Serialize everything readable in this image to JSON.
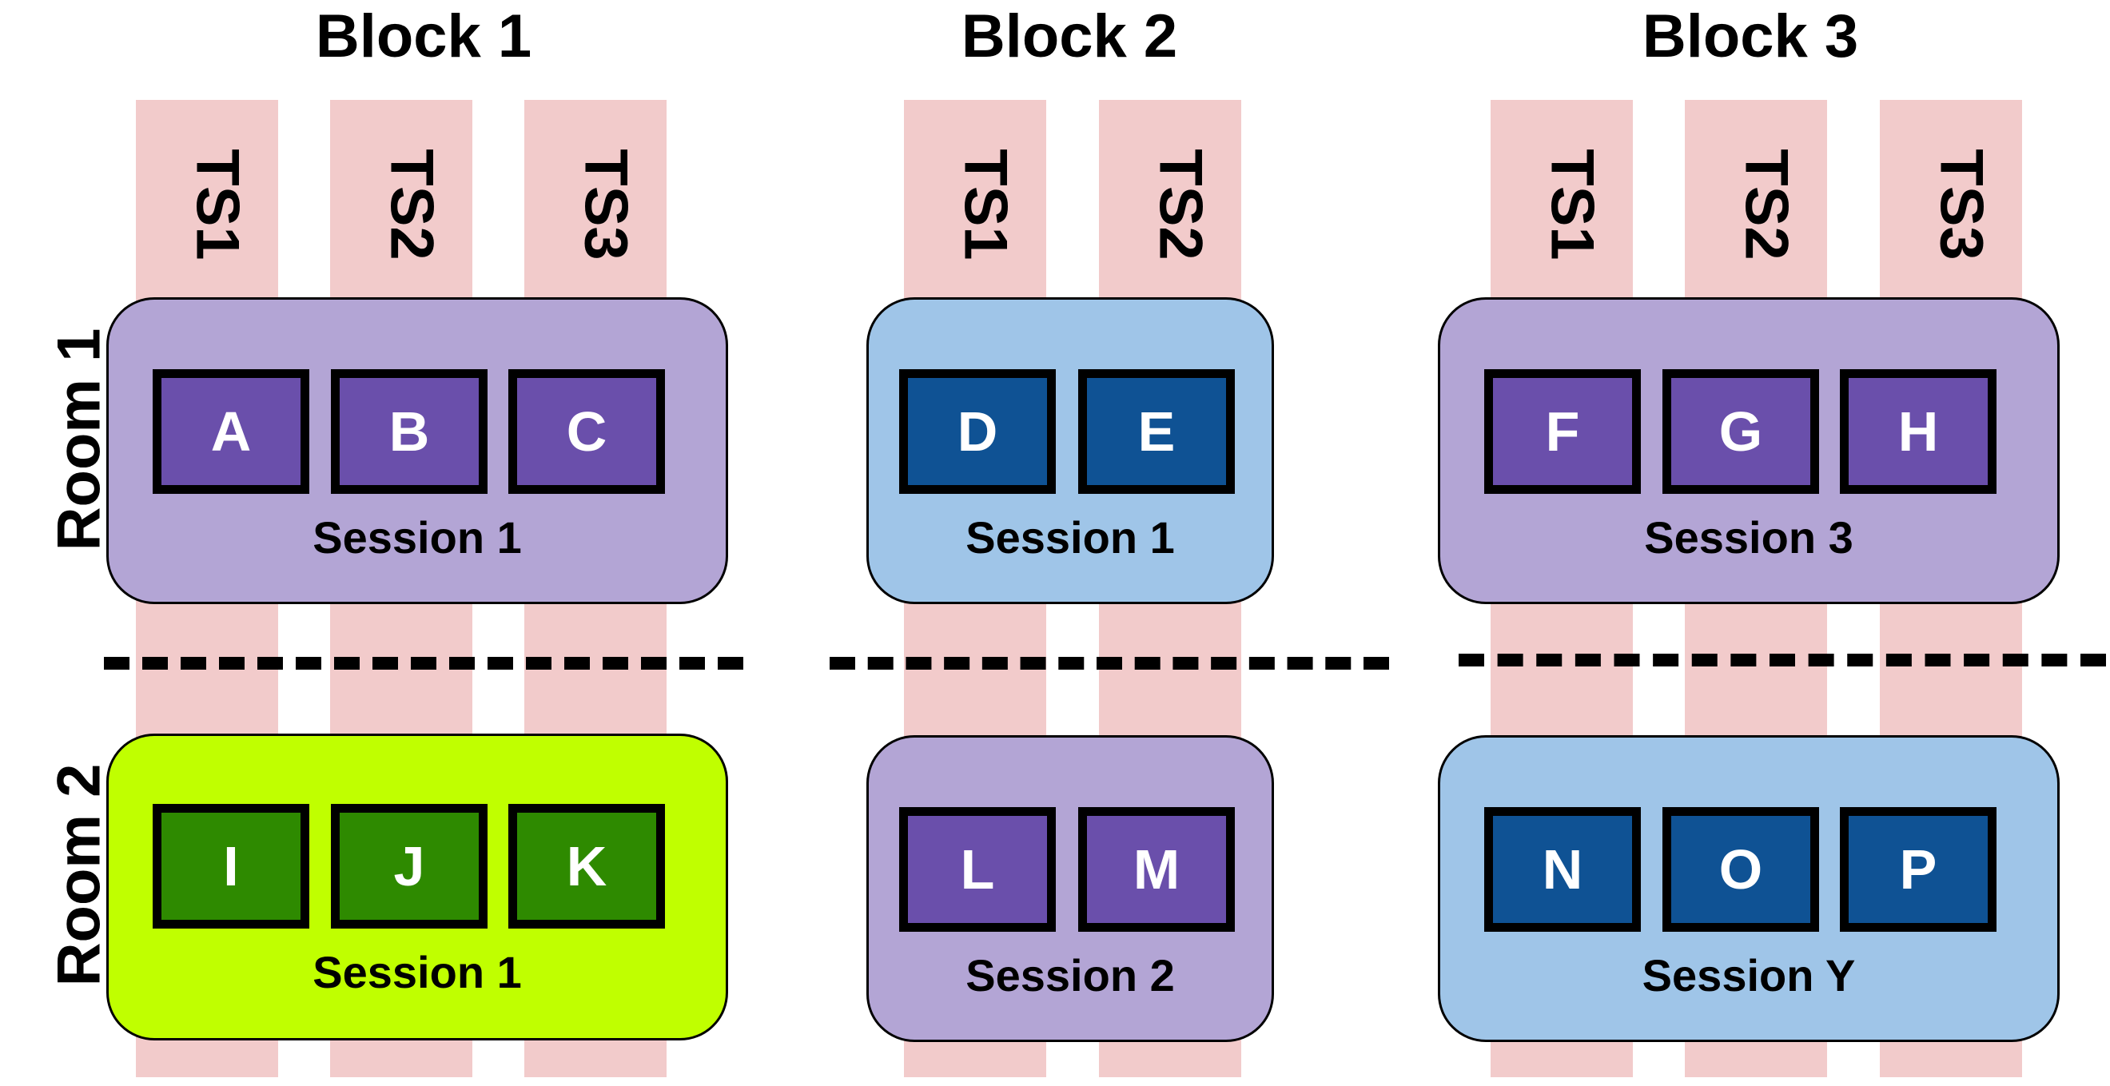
{
  "colors": {
    "timeslot_column": "#f2cbcb",
    "session_purple_bg": "#b3a5d5",
    "session_blue_bg": "#9fc5e8",
    "session_green_bg": "#c0ff00",
    "paper_purple": "#6a4fab",
    "paper_blue": "#0f5294",
    "paper_green": "#2e8a00"
  },
  "blocks": [
    {
      "title": "Block 1",
      "timeslots": [
        "TS1",
        "TS2",
        "TS3"
      ]
    },
    {
      "title": "Block 2",
      "timeslots": [
        "TS1",
        "TS2"
      ]
    },
    {
      "title": "Block 3",
      "timeslots": [
        "TS1",
        "TS2",
        "TS3"
      ]
    }
  ],
  "rooms": [
    "Room 1",
    "Room 2"
  ],
  "sessions": [
    {
      "block": "Block 1",
      "room": "Room 1",
      "label": "Session 1",
      "theme": "purple",
      "papers": [
        "A",
        "B",
        "C"
      ]
    },
    {
      "block": "Block 2",
      "room": "Room 1",
      "label": "Session 1",
      "theme": "blue",
      "papers": [
        "D",
        "E"
      ]
    },
    {
      "block": "Block 3",
      "room": "Room 1",
      "label": "Session 3",
      "theme": "purple",
      "papers": [
        "F",
        "G",
        "H"
      ]
    },
    {
      "block": "Block 1",
      "room": "Room 2",
      "label": "Session 1",
      "theme": "green",
      "papers": [
        "I",
        "J",
        "K"
      ]
    },
    {
      "block": "Block 2",
      "room": "Room 2",
      "label": "Session 2",
      "theme": "purple",
      "papers": [
        "L",
        "M"
      ]
    },
    {
      "block": "Block 3",
      "room": "Room 2",
      "label": "Session Y",
      "theme": "blue",
      "papers": [
        "N",
        "O",
        "P"
      ]
    }
  ]
}
